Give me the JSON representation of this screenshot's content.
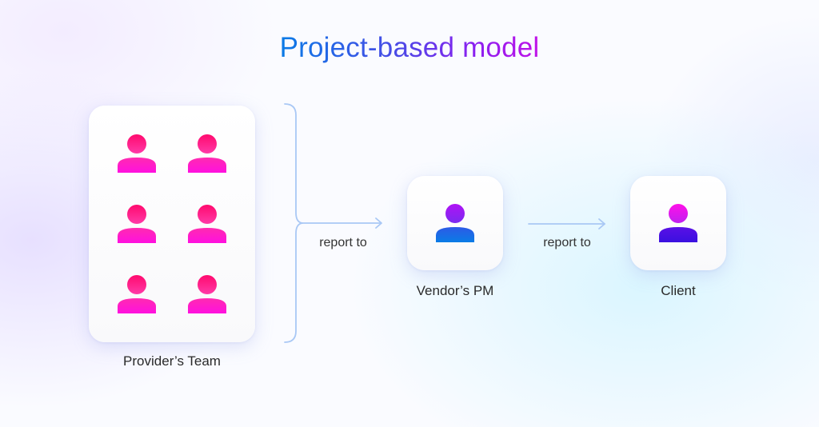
{
  "title": "Project-based model",
  "colors": {
    "title_gradient": [
      "#0a7be6",
      "#8a1ff0",
      "#c012e8"
    ],
    "team_person": {
      "head_top": "#ff0a6e",
      "head_bottom": "#ff3aa8",
      "body_top": "#ff2bb0",
      "body_bottom": "#ff10e0"
    },
    "pm_person": {
      "head_top": "#b012f5",
      "head_bottom": "#7a2af0",
      "body_top": "#2d5ae6",
      "body_bottom": "#0a7ce6"
    },
    "client_person": {
      "head_top": "#ff10e8",
      "head_bottom": "#c020f0",
      "body_top": "#5a10e6",
      "body_bottom": "#3a10e0"
    },
    "connector": "#a9c8f5"
  },
  "nodes": {
    "team": {
      "label": "Provider’s Team",
      "member_count": 6,
      "icon": "person-icon"
    },
    "pm": {
      "label": "Vendor’s PM",
      "icon": "person-icon"
    },
    "client": {
      "label": "Client",
      "icon": "person-icon"
    }
  },
  "edges": [
    {
      "from": "team",
      "to": "pm",
      "label": "report to"
    },
    {
      "from": "pm",
      "to": "client",
      "label": "report to"
    }
  ]
}
